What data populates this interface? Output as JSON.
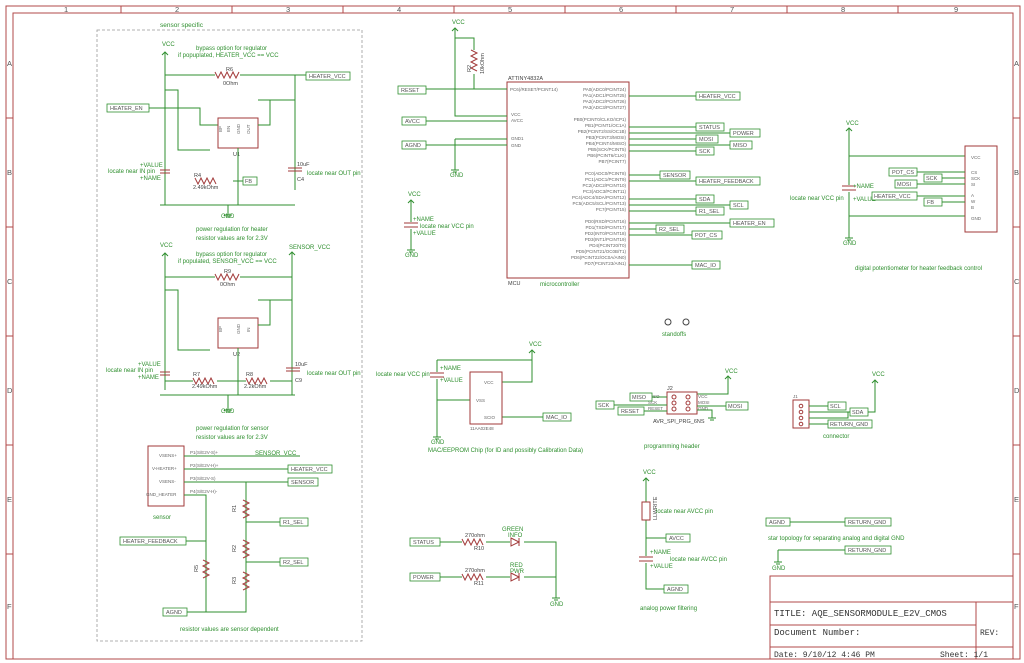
{
  "grid": {
    "cols": [
      "1",
      "2",
      "3",
      "4",
      "5",
      "6",
      "7",
      "8",
      "9"
    ],
    "rows": [
      "A",
      "B",
      "C",
      "D",
      "E",
      "F"
    ]
  },
  "title_block": {
    "title": "TITLE:  AQE_SENSORMODULE_E2V_CMOS",
    "doc_number": "Document Number:",
    "rev": "REV:",
    "date": "Date: 9/10/12 4:46 PM",
    "sheet": "Sheet: 1/1"
  },
  "sections": {
    "sensor_specific": "sensor specific",
    "microcontroller": "microcontroller",
    "digipot": "digital potentiometer for heater feedback control",
    "eeprom": "MAC/EEPROM Chip (for ID and possibly Calibration Data)",
    "prog_header": "programming header",
    "connector": "connector",
    "standoffs": "standoffs",
    "sensor": "sensor",
    "analog_filter": "analog power filtering",
    "star": "star topology for separating analog and digital GND",
    "heater_power": "power regulation for heater",
    "heater_power2": "resistor values are for 2.3V",
    "sensor_power": "power regulation for sensor",
    "sensor_power2": "resistor values are for 2.3V",
    "sensor_dep": "resistor values are sensor dependent",
    "bypass1a": "bypass option for regulator",
    "bypass1b": "if popuplated, HEATER_VCC == VCC",
    "bypass2a": "bypass option for regulator",
    "bypass2b": "if populated, SENSOR_VCC == VCC"
  },
  "notes": {
    "near_in": "locate near IN pin",
    "near_out": "locate near OUT pin",
    "near_vcc": "locate near VCC pin",
    "near_avcc": "locate near AVCC pin",
    "value": "+VALUE",
    "name": "+NAME",
    "vcc": "VCC",
    "gnd": "GND"
  },
  "parts": {
    "r6": "R6",
    "r6v": "0Ohm",
    "r4": "R4",
    "r4v": "2.49kOhm",
    "c4": "C4",
    "c4v": "10uF",
    "u1": "U1",
    "r9": "R9",
    "r9v": "0Ohm",
    "r7": "R7",
    "r7v": "2.49kOhm",
    "r8": "R8",
    "r8v": "2.2kOhm",
    "c9": "C9",
    "c9v": "10uF",
    "u2": "U2",
    "r2": "R2",
    "r2v": "10kOhm",
    "mcu_part": "ATTINY4832A",
    "mcu": "MCU",
    "j2": "J2",
    "j2_name": "AVR_SPI_PRG_6NS",
    "r10": "R10",
    "r10v": "270ohm",
    "r11": "R11",
    "r11v": "270ohm",
    "led_green": "GREEN",
    "led_green2": "INFO",
    "led_red": "RED",
    "led_red2": "PWR",
    "l1": "LLWRITE",
    "eeprom_part": "11AA02E48"
  },
  "nets": {
    "heater_vcc": "HEATER_VCC",
    "heater_en": "HEATER_EN",
    "sensor_vcc": "SENSOR_VCC",
    "reset": "RESET",
    "avcc": "AVCC",
    "agnd": "AGND",
    "status": "STATUS",
    "power": "POWER",
    "mosi": "MOSI",
    "miso": "MISO",
    "sck": "SCK",
    "sensor": "SENSOR",
    "heater_feedback": "HEATER_FEEDBACK",
    "sda": "SDA",
    "scl": "SCL",
    "r1_sel": "R1_SEL",
    "r2_sel": "R2_SEL",
    "pot_cs": "POT_CS",
    "mac_io": "MAC_IO",
    "return_gnd": "RETURN_GND",
    "fb": "FB"
  },
  "mcu_pins_left": [
    "PC6(/RESET/PCINT14)",
    "VCC",
    "AVCC",
    "GND1",
    "GND"
  ],
  "mcu_pins_right": [
    "PA0(ADC0/PCINT24)",
    "PA1(ADC1/PCINT25)",
    "PA2(ADC2/PCINT26)",
    "PA3(ADC3/PCINT27)",
    "PB0(PCINT0/CLKO/ICP1)",
    "PB1(PCINT1/OC1A)",
    "PB2(PCINT2/SS/OC1B)",
    "PB3(PCINT3/MOSI)",
    "PB4(PCINT4/MISO)",
    "PB5(SCK/PCINT5)",
    "PB6(PCINT6/CLKI)",
    "PB7(PCINT7)",
    "PC0(ADC0/PCINT8)",
    "PC1(ADC1/PCINT9)",
    "PC2(ADC2/PCINT10)",
    "PC3(ADC3/PCINT11)",
    "PC4(ADC4/SDA/PCINT12)",
    "PC5(ADC5/SCL/PCINT13)",
    "PC7(PCINT15)",
    "PD0(RXD/PCINT16)",
    "PD1(TXD/PCINT17)",
    "PD2(INT0/PCINT18)",
    "PD3(INT1/PCINT19)",
    "PD4(PCINT20/T0)",
    "PD5(PCINT21/OC0B/T1)",
    "PD6(PCINT22/OC0A/AIN0)",
    "PD7(PCINT23/AIN1)"
  ],
  "sensor_pins": [
    "VSENS+",
    "V-HEATER+",
    "VSENS-",
    "GND_HEATER"
  ],
  "sensor_nets": [
    "P1(S/E2V-S)+",
    "P2(S/E2V-H)+",
    "P3(S/E2V-S)",
    "P4(S/E2V-H)-"
  ],
  "pot_pins": [
    "VCC",
    "CS",
    "SCK",
    "SI",
    "A",
    "W",
    "B",
    "GND"
  ],
  "header_pins": [
    "MISO",
    "SCK",
    "RESET",
    "VCC",
    "MOSI",
    "GND"
  ],
  "eeprom_pins": [
    "VCC",
    "VSS",
    "SCIO"
  ]
}
